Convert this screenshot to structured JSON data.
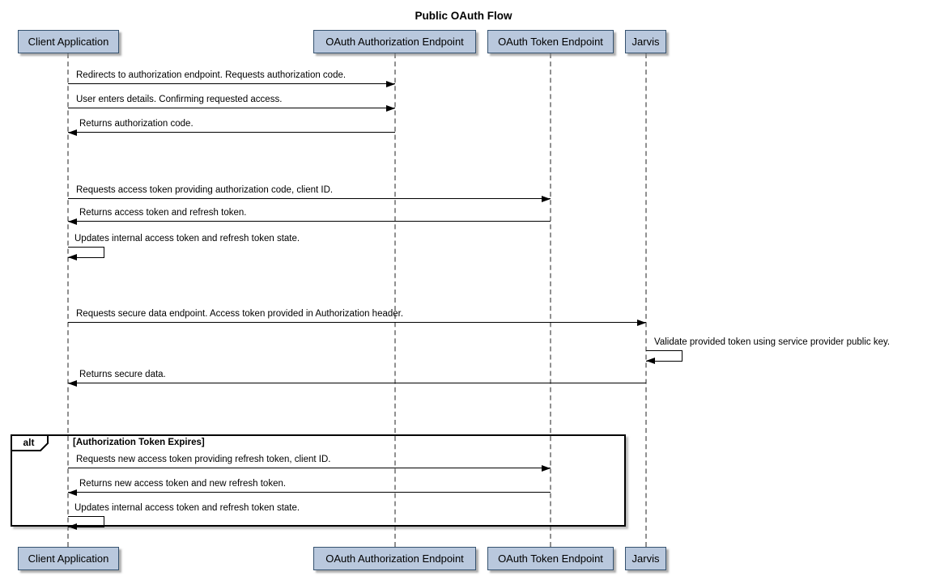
{
  "title": "Public OAuth Flow",
  "participants": [
    {
      "id": "client",
      "label": "Client Application"
    },
    {
      "id": "auth",
      "label": "OAuth Authorization Endpoint"
    },
    {
      "id": "token",
      "label": "OAuth Token Endpoint"
    },
    {
      "id": "jarvis",
      "label": "Jarvis"
    }
  ],
  "messages": [
    {
      "from": "client",
      "to": "auth",
      "type": "arrow",
      "text": "Redirects to authorization endpoint. Requests authorization code."
    },
    {
      "from": "client",
      "to": "auth",
      "type": "arrow",
      "text": "User enters details. Confirming requested access."
    },
    {
      "from": "auth",
      "to": "client",
      "type": "arrow",
      "text": "Returns authorization code."
    },
    {
      "from": "client",
      "to": "token",
      "type": "arrow",
      "text": "Requests access token providing authorization code, client ID."
    },
    {
      "from": "token",
      "to": "client",
      "type": "arrow",
      "text": "Returns access token and refresh token."
    },
    {
      "from": "client",
      "to": "client",
      "type": "self",
      "text": "Updates internal access token and refresh token state."
    },
    {
      "from": "client",
      "to": "jarvis",
      "type": "arrow",
      "text": "Requests secure data endpoint. Access token provided in Authorization header."
    },
    {
      "from": "jarvis",
      "to": "jarvis",
      "type": "self",
      "text": "Validate provided token using service provider public key."
    },
    {
      "from": "jarvis",
      "to": "client",
      "type": "arrow",
      "text": "Returns secure data."
    },
    {
      "from": "client",
      "to": "token",
      "type": "arrow",
      "text": "Requests new access token providing refresh token, client ID.",
      "group": "alt"
    },
    {
      "from": "token",
      "to": "client",
      "type": "arrow",
      "text": "Returns new access token and new refresh token.",
      "group": "alt"
    },
    {
      "from": "client",
      "to": "client",
      "type": "self",
      "text": "Updates internal access token and refresh token state.",
      "group": "alt"
    }
  ],
  "alt_frame": {
    "operator": "alt",
    "guard": "[Authorization Token Expires]"
  },
  "colors": {
    "background": "#FFFFFF",
    "participant_fill": "#B9C8DD",
    "participant_border": "#35526F",
    "lifeline": "#909090",
    "arrow": "#000000",
    "frame_border": "#000000",
    "title_text": "#000000"
  }
}
